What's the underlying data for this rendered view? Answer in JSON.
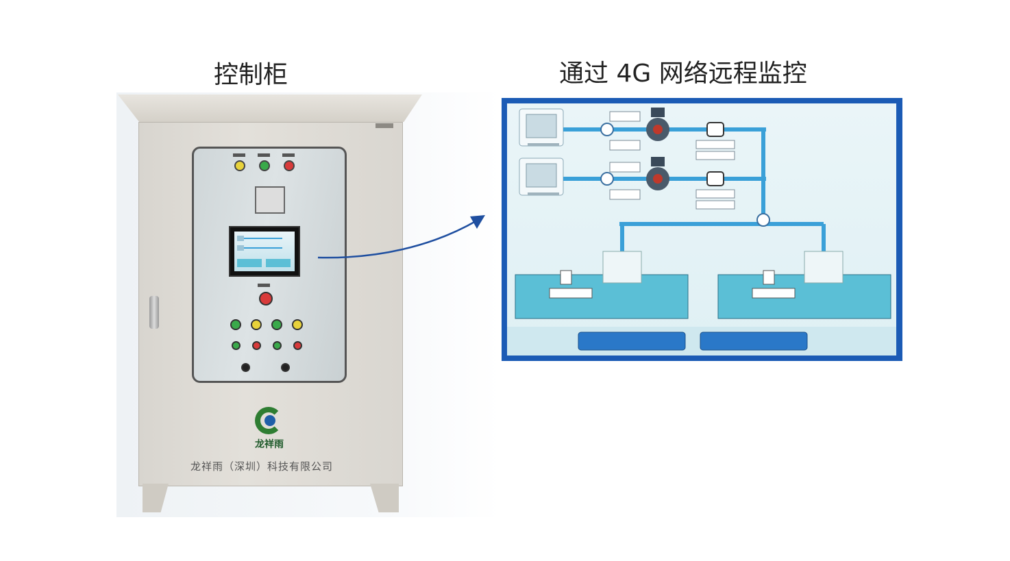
{
  "titles": {
    "left": "控制柜",
    "right": "通过 4G 网络远程监控"
  },
  "cabinet": {
    "logo_text": "龙祥雨",
    "company_text": "龙祥雨（深圳）科技有限公司"
  },
  "colors": {
    "monitor_frame": "#1b5bb5",
    "pipe": "#3aa0d8",
    "tank_water": "#5bbfd6",
    "logo_green": "#2e7d32",
    "logo_blue": "#1f5fa8",
    "arrow": "#1f4fa0"
  },
  "icons": [
    "arrow-icon",
    "pump-icon",
    "flowmeter-icon",
    "valve-icon",
    "tank-icon",
    "logo-icon"
  ]
}
